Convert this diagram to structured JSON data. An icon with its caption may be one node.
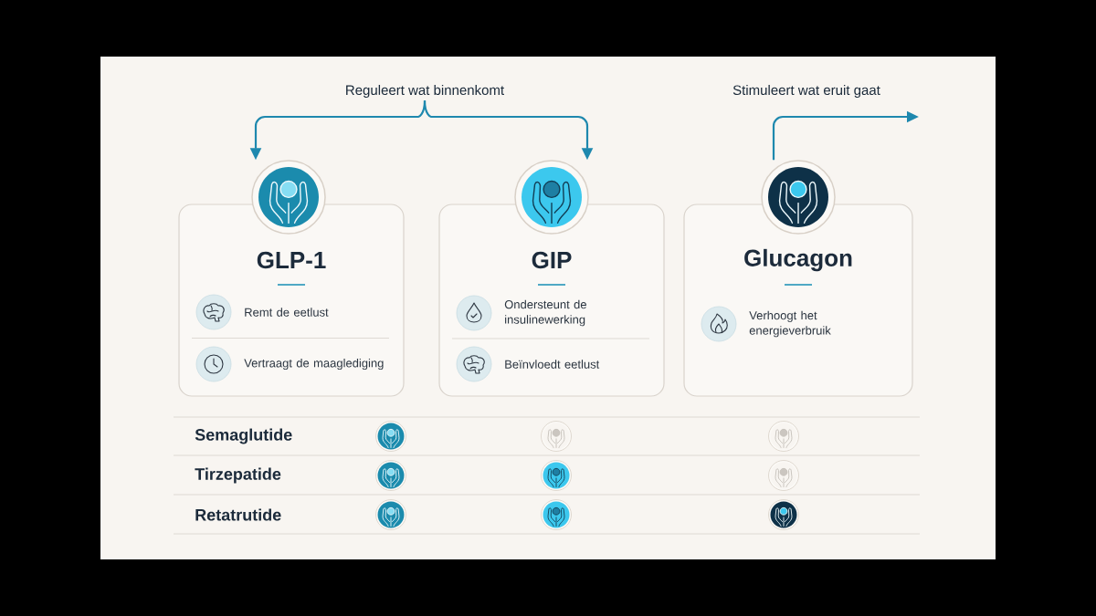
{
  "diagram": {
    "nodes": [
      {
        "text": [
          "Reguleert wat binnenkomt"
        ]
      },
      {
        "text": [],
        "shape": "circle"
      },
      {
        "text": [
          "GLP-1",
          "Remt de eetlust",
          "Vertraagt de maaglediging"
        ]
      },
      {
        "text": [],
        "shape": "circle"
      },
      {
        "text": [
          "GIP",
          "Ondersteunt de insulinewerking",
          "Beïnvloedt eetlust"
        ]
      },
      {
        "text": [],
        "shape": "circle"
      },
      {
        "text": [
          "Glucagon",
          "Verhoogt het energieverbruik"
        ]
      }
    ],
    "edges": [
      {
        "from": 0,
        "to": 1,
        "arrow": "to"
      },
      {
        "from": 0,
        "to": 3,
        "arrow": "to"
      },
      {
        "from": 5,
        "to": null,
        "arrow": "to",
        "label": "Stimuleert wat eruit gaat"
      }
    ],
    "labels": [
      "Semaglutide",
      "Tirzepatide",
      "Retatrutide"
    ]
  }
}
